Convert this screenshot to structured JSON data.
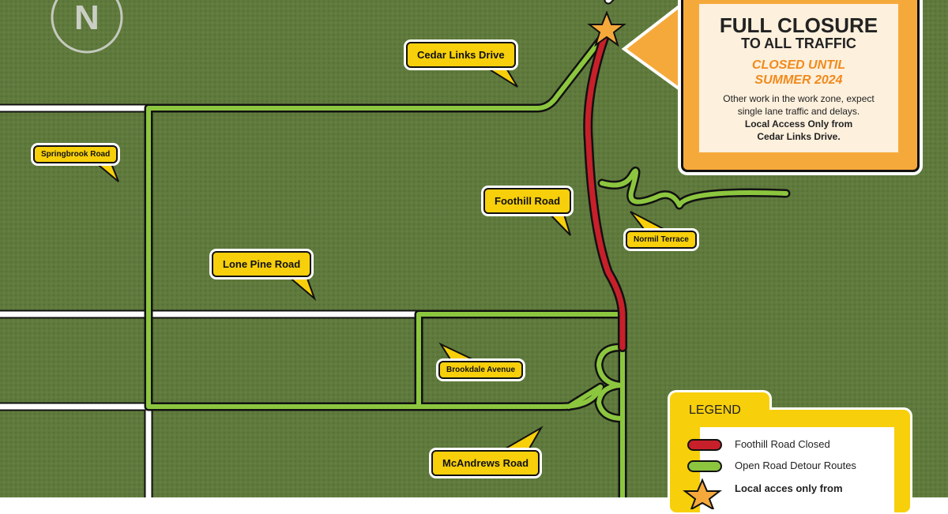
{
  "compass": {
    "label": "N"
  },
  "labels": {
    "cedar_links": "Cedar Links Drive",
    "springbrook": "Springbrook Road",
    "foothill": "Foothill Road",
    "normil": "Normil Terrace",
    "lone_pine": "Lone Pine Road",
    "brookdale": "Brookdale Avenue",
    "mcandrews": "McAndrews Road"
  },
  "closure": {
    "title": "FULL CLOSURE",
    "subtitle": "TO ALL TRAFFIC",
    "until_line1": "CLOSED UNTIL",
    "until_line2": "SUMMER 2024",
    "note_line1": "Other work in the work zone, expect",
    "note_line2": "single lane traffic and delays.",
    "access_line1": "Local Access Only from",
    "access_line2": "Cedar Links Drive."
  },
  "legend": {
    "title": "LEGEND",
    "items": [
      {
        "label": "Foothill Road Closed",
        "color": "#c8202a"
      },
      {
        "label": "Open Road Detour Routes",
        "color": "#8cc63f"
      },
      {
        "label": "Local acces only from",
        "icon": "star-icon"
      }
    ]
  },
  "colors": {
    "closed": "#c8202a",
    "detour": "#8cc63f",
    "callout": "#f7cf0a",
    "closure_box": "#f6a93b"
  }
}
